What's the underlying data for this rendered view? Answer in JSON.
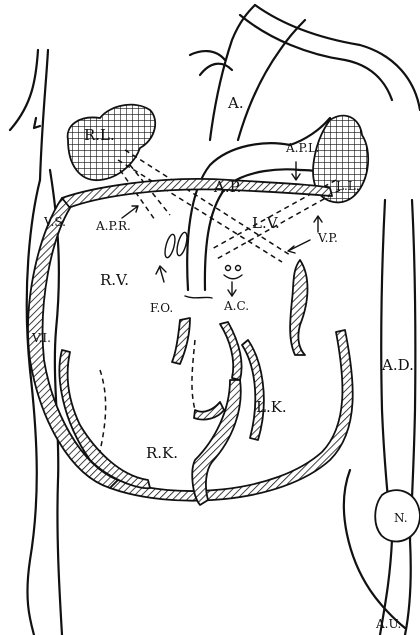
{
  "labels": {
    "rl": "R.L.",
    "a": "A.",
    "apl": "A.P.L.",
    "ll": "L.L.",
    "ap": "A.P.",
    "vs": "V.S.",
    "apr": "A.P.R.",
    "lv": "L.V.",
    "vp": "V.P.",
    "rv": "R.V.",
    "fo": "F.O.",
    "ac": "A.C.",
    "vi": "V.I.",
    "ad": "A.D.",
    "lk": "L.K.",
    "rk": "R.K.",
    "n": "N.",
    "au": "A.U."
  },
  "colors": {
    "ink": "#111111",
    "paper": "#ffffff"
  }
}
